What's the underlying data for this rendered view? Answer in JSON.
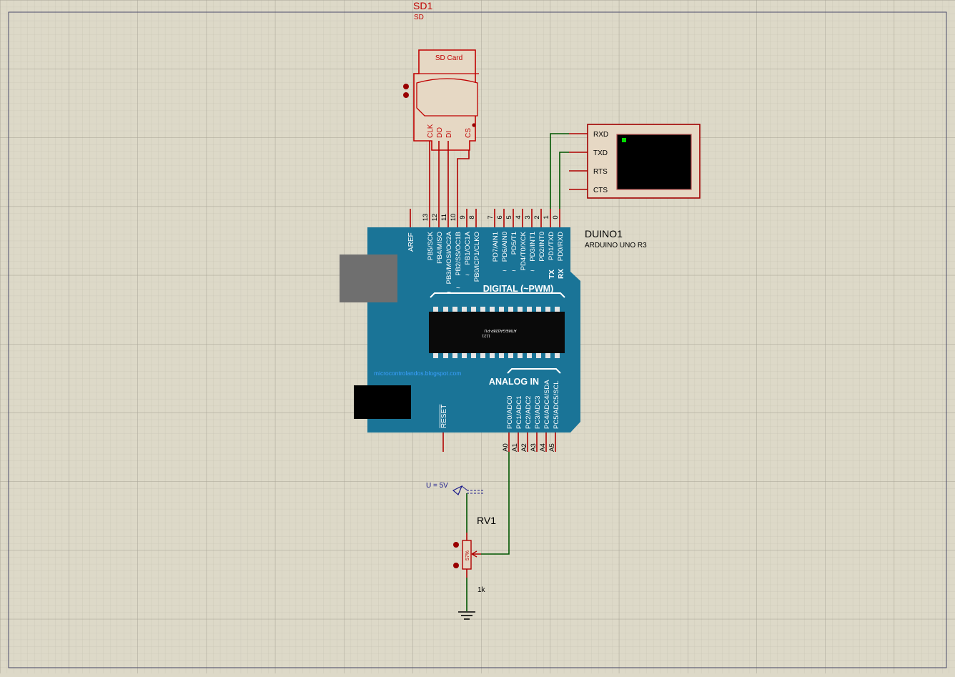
{
  "sd_card": {
    "ref": "SD1",
    "value": "SD",
    "label": "SD Card",
    "pins": [
      "CLK",
      "DO",
      "DI",
      "CS"
    ]
  },
  "terminal": {
    "pins": [
      "RXD",
      "TXD",
      "RTS",
      "CTS"
    ]
  },
  "arduino": {
    "ref": "DUINO1",
    "value": "ARDUINO UNO R3",
    "aref": "AREF",
    "reset": "RESET",
    "digital_title": "DIGITAL (~PWM)",
    "analog_title": "ANALOG IN",
    "chip_label": "ATMEGA328P-PU",
    "chip_sub": "1121",
    "watermark": "microcontrolandos.blogspot.com",
    "tx": "TX",
    "rx": "RX",
    "tilde": "~",
    "digital_pins": [
      {
        "num": "13",
        "name": "PB5/SCK"
      },
      {
        "num": "12",
        "name": "PB4/MISO"
      },
      {
        "num": "11",
        "name": "PB3/MOSI/OC2A"
      },
      {
        "num": "10",
        "name": "PB2/SS/OC1B"
      },
      {
        "num": "9",
        "name": "PB1/OC1A"
      },
      {
        "num": "8",
        "name": "PB0/ICP1/CLKO"
      },
      {
        "num": "7",
        "name": "PD7/AIN1"
      },
      {
        "num": "6",
        "name": "PD6/AIN0"
      },
      {
        "num": "5",
        "name": "PD5/T1"
      },
      {
        "num": "4",
        "name": "PD4/T0/XCK"
      },
      {
        "num": "3",
        "name": "PD3/INT1"
      },
      {
        "num": "2",
        "name": "PD2/INT0"
      },
      {
        "num": "1",
        "name": "PD1/TXD"
      },
      {
        "num": "0",
        "name": "PD0/RXD"
      }
    ],
    "analog_pins": [
      {
        "num": "A0",
        "name": "PC0/ADC0"
      },
      {
        "num": "A1",
        "name": "PC1/ADC1"
      },
      {
        "num": "A2",
        "name": "PC2/ADC2"
      },
      {
        "num": "A3",
        "name": "PC3/ADC3"
      },
      {
        "num": "A4",
        "name": "PC4/ADC4/SDA"
      },
      {
        "num": "A5",
        "name": "PC5/ADC5/SCL"
      }
    ]
  },
  "potentiometer": {
    "ref": "RV1",
    "value": "1k",
    "position": "57%",
    "supply": "U = 5V"
  },
  "colors": {
    "background": "#ddd9c8",
    "wire_red": "#b00000",
    "wire_green": "#005500",
    "board": "#1a7497",
    "component": "#c00000"
  }
}
